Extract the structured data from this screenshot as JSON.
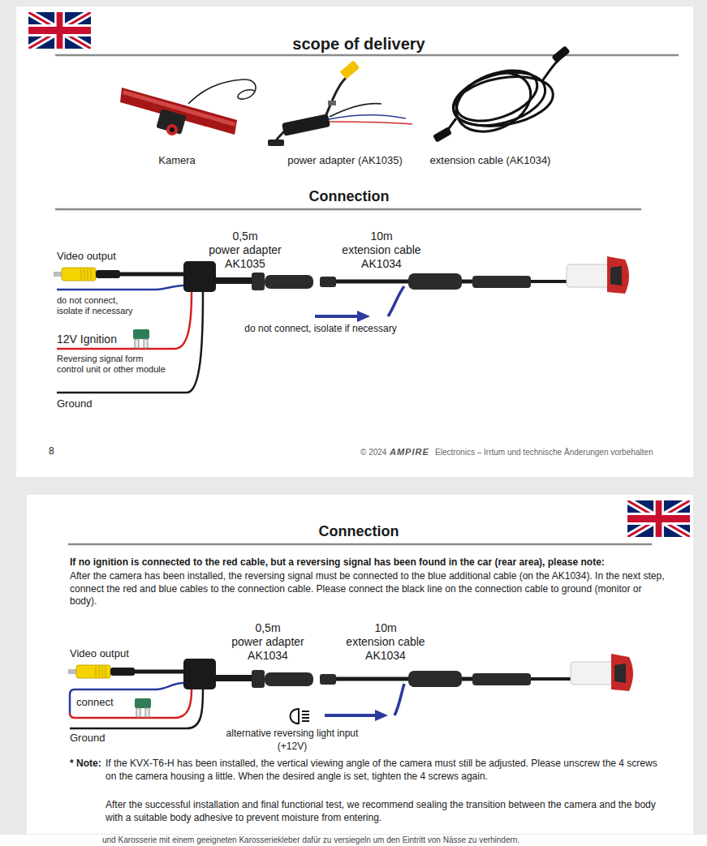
{
  "diagram": {
    "title": "scope of delivery",
    "labels": [
      "Kamera",
      "power adapter (AK1035)",
      "extension cable (AK1034)",
      "Connection",
      "0,5m",
      "power adapter",
      "AK1035",
      "10m",
      "extension cable",
      "AK1034",
      "Video output",
      "do not connect, isolate if necessary",
      "12V Ignition",
      "Reversing signal form control unit or other module",
      "Ground",
      "do not connect, isolate if necessary",
      "8",
      "© 2024",
      "AMPIRE",
      "Electronics – Irrtum und technische Änderungen vorbehalten",
      "Connection",
      "If no ignition is connected to the red cable, but a reversing signal has been found in the car (rear area), please note:",
      "After the camera has been installed, the reversing signal must be connected to the blue additional cable (on the AK1034). In the next step, connect the red and blue cables to the connection cable. Please connect the black line on the connection cable to ground (monitor or body).",
      "0,5m",
      "power adapter",
      "AK1034",
      "10m",
      "extension cable",
      "AK1034",
      "Video output",
      "connect",
      "Ground",
      "alternative reversing light input (+12V)",
      "* Note:",
      "If the KVX-T6-H has been installed, the vertical viewing angle of the camera must still be adjusted. Please unscrew the 4 screws on the camera housing a little. When the desired angle is set, tighten the 4 screws again.",
      "After the successful installation and final functional test, we recommend sealing the transition between the camera and the body with a suitable body adhesive to prevent moisture from entering.",
      "und Karosserie mit einem geeigneten Karosseriekleber dafür zu versiegeln um den Eintritt von Nässe zu verhindern."
    ]
  }
}
